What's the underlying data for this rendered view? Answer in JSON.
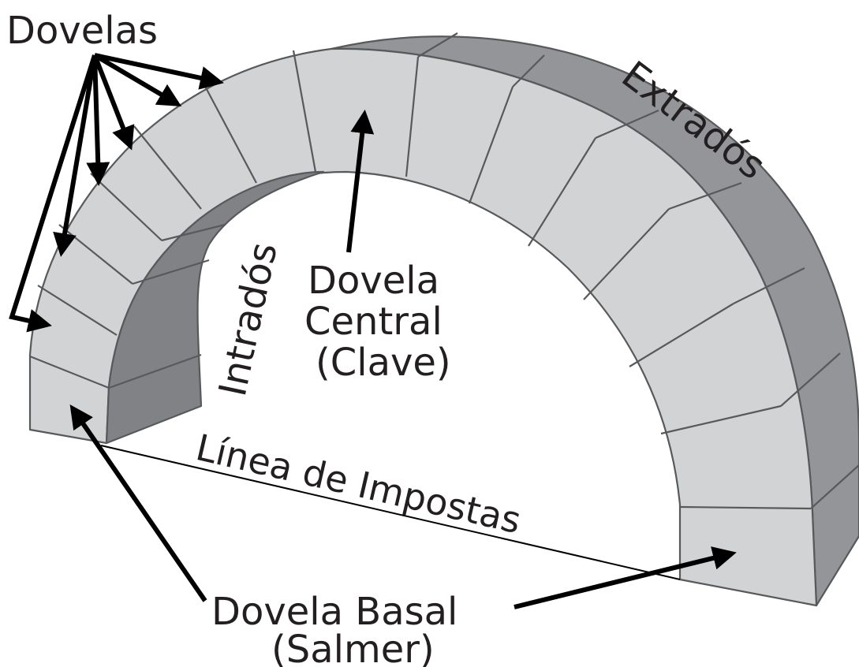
{
  "labels": {
    "dovelas": "Dovelas",
    "extrados": "Extradós",
    "intrados": "Intradós",
    "dovela_central_line1": "Dovela",
    "dovela_central_line2": "Central",
    "dovela_central_line3": "(Clave)",
    "linea_impostas": "Línea de Impostas",
    "dovela_basal_line1": "Dovela Basal",
    "dovela_basal_line2": "(Salmer)"
  },
  "colors": {
    "front_face": "#d1d3d4",
    "top_extrados": "#939598",
    "soffit_intrados": "#808285",
    "joints": "#58595b",
    "arrows": "#000000",
    "text": "#231f20"
  }
}
